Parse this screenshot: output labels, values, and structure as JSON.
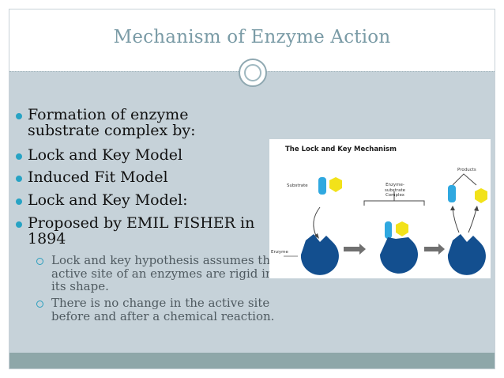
{
  "slide": {
    "title": "Mechanism of Enzyme Action"
  },
  "bullets": [
    {
      "text": "Formation of enzyme substrate complex by:"
    },
    {
      "text": "Lock and Key Model"
    },
    {
      "text": "Induced Fit Model"
    },
    {
      "text": "Lock and Key Model:"
    },
    {
      "text": "Proposed by EMIL FISHER in 1894"
    }
  ],
  "sub_bullets": [
    {
      "text": "Lock and key hypothesis assumes the active site of an enzymes are rigid in its shape."
    },
    {
      "text": "There is no change in the active site before and after a chemical reaction."
    }
  ],
  "figure": {
    "title": "The Lock and Key Mechanism",
    "labels": {
      "substrate": "Substrate",
      "complex": "Enzyme-substrate Complex",
      "products": "Products",
      "enzyme": "Enzyme"
    }
  },
  "colors": {
    "title": "#7a9ba6",
    "background": "#c6d2d9",
    "bullet": "#27a3c4",
    "footer_band": "#8ea7a9",
    "enzyme": "#134f8f",
    "substrate_blue": "#2fa8e0",
    "substrate_yellow": "#f2e21a"
  }
}
